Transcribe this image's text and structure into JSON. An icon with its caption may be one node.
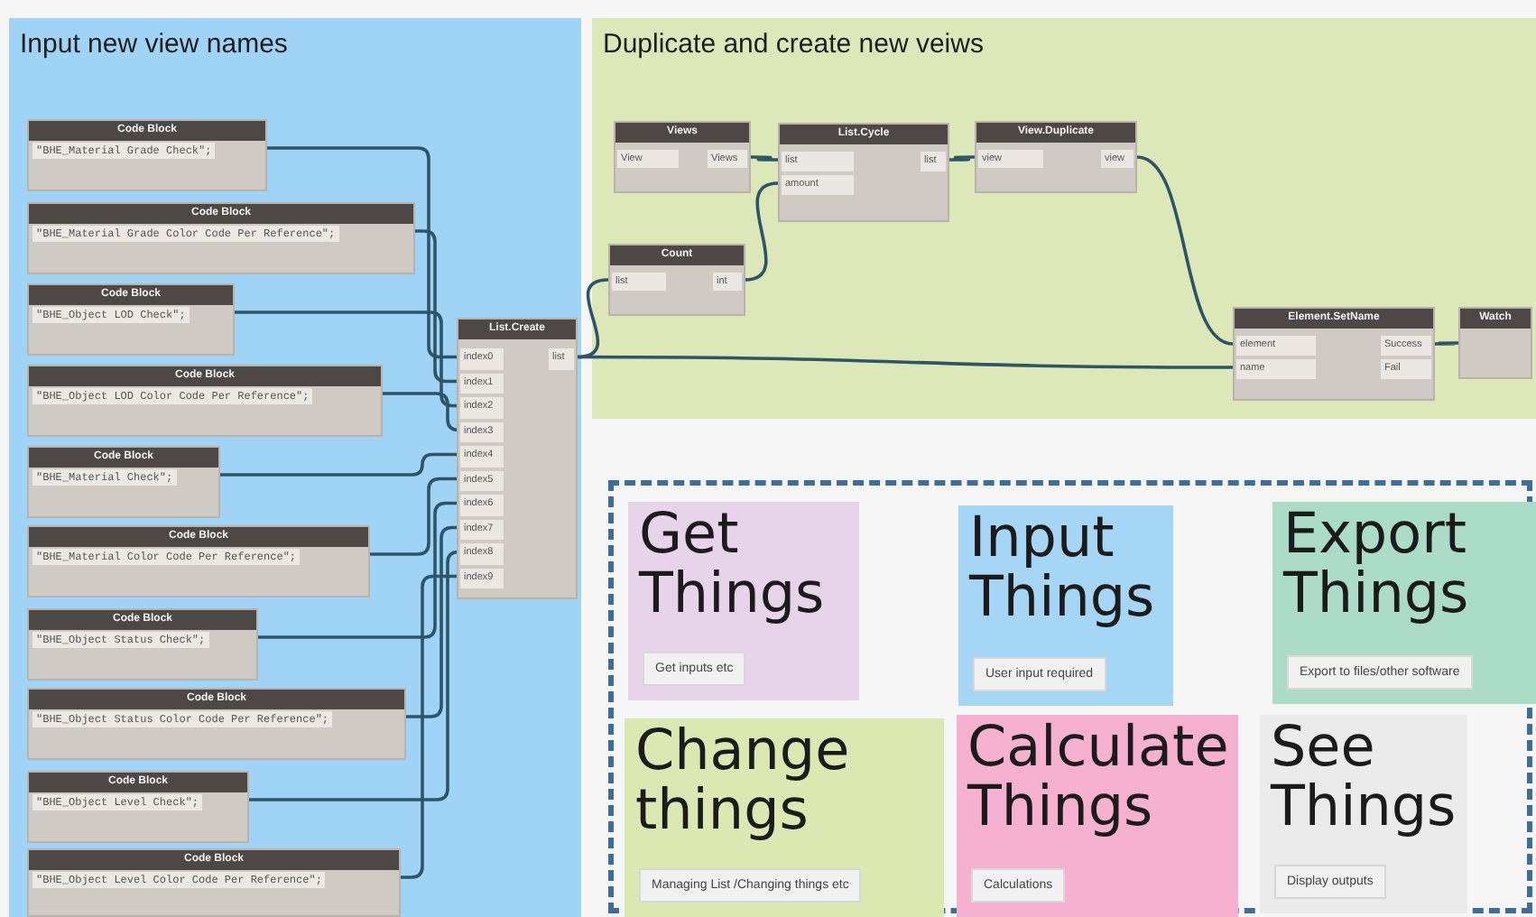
{
  "diagram": {
    "nodes": [
      {
        "text": [
          "Input new view names"
        ]
      },
      {
        "text": [
          "Code Block",
          "\"BHE_Material Grade Check\";"
        ],
        "in": 0
      },
      {
        "text": [
          "Code Block",
          "\"BHE_Material Grade Color Code Per Reference\";"
        ],
        "in": 0
      },
      {
        "text": [
          "Code Block",
          "\"BHE_Object LOD Check\";"
        ],
        "in": 0
      },
      {
        "text": [
          "Code Block",
          "\"BHE_Object LOD Color Code Per Reference\";"
        ],
        "in": 0
      },
      {
        "text": [
          "Code Block",
          "\"BHE_Material Check\";"
        ],
        "in": 0
      },
      {
        "text": [
          "Code Block",
          "\"BHE_Material Color Code Per Reference\";"
        ],
        "in": 0
      },
      {
        "text": [
          "Code Block",
          "\"BHE_Object Status Check\";"
        ],
        "in": 0
      },
      {
        "text": [
          "Code Block",
          "\"BHE_Object Status Color Code Per Reference\";"
        ],
        "in": 0
      },
      {
        "text": [
          "Code Block",
          "\"BHE_Object Level Check\";"
        ],
        "in": 0
      },
      {
        "text": [
          "Code Block",
          "\"BHE_Object Level Color Code Per Reference\";"
        ],
        "in": 0
      },
      {
        "text": [
          "List.Create",
          "index0",
          "index1",
          "index2",
          "index3",
          "index4",
          "index5",
          "index6",
          "index7",
          "index8",
          "index9",
          "list"
        ],
        "in": 0
      },
      {
        "text": [
          "Duplicate and create new veiws"
        ]
      },
      {
        "text": [
          "Views",
          "View",
          "Views"
        ],
        "in": 12
      },
      {
        "text": [
          "List.Cycle",
          "list",
          "amount",
          "list"
        ],
        "in": 12
      },
      {
        "text": [
          "View.Duplicate",
          "view",
          "view"
        ],
        "in": 12
      },
      {
        "text": [
          "Count",
          "list",
          "int"
        ],
        "in": 12
      },
      {
        "text": [
          "Element.SetName",
          "element",
          "name",
          "Success",
          "Fail"
        ],
        "in": 12
      },
      {
        "text": [
          "Watch"
        ],
        "in": 12
      },
      {
        "text": [],
        "shape": "box"
      },
      {
        "text": [
          "Get Things",
          "Get inputs etc"
        ],
        "in": 19
      },
      {
        "text": [
          "Input Things",
          "User input required"
        ],
        "in": 19
      },
      {
        "text": [
          "Export Things",
          "Export to files/other software"
        ],
        "in": 19
      },
      {
        "text": [
          "Change things",
          "Managing List /Changing things etc"
        ],
        "in": 19
      },
      {
        "text": [
          "Calculate Things",
          "Calculations"
        ],
        "in": 19
      },
      {
        "text": [
          "See Things",
          "Display outputs"
        ],
        "in": 19
      }
    ],
    "edges": [
      {
        "from": 1,
        "to": 11,
        "arrow": "none"
      },
      {
        "from": 2,
        "to": 11,
        "arrow": "none"
      },
      {
        "from": 3,
        "to": 11,
        "arrow": "none"
      },
      {
        "from": 4,
        "to": 11,
        "arrow": "none"
      },
      {
        "from": 5,
        "to": 11,
        "arrow": "none"
      },
      {
        "from": 6,
        "to": 11,
        "arrow": "none"
      },
      {
        "from": 7,
        "to": 11,
        "arrow": "none"
      },
      {
        "from": 8,
        "to": 11,
        "arrow": "none"
      },
      {
        "from": 9,
        "to": 11,
        "arrow": "none"
      },
      {
        "from": 10,
        "to": 11,
        "arrow": "none"
      },
      {
        "from": 13,
        "to": 14,
        "arrow": "none"
      },
      {
        "from": 16,
        "to": 14,
        "arrow": "none"
      },
      {
        "from": 14,
        "to": 15,
        "arrow": "none"
      },
      {
        "from": 15,
        "to": 17,
        "arrow": "none"
      },
      {
        "from": 11,
        "to": 16,
        "arrow": "none"
      },
      {
        "from": 11,
        "to": 17,
        "arrow": "none"
      },
      {
        "from": 17,
        "to": 18,
        "arrow": "none"
      }
    ]
  }
}
